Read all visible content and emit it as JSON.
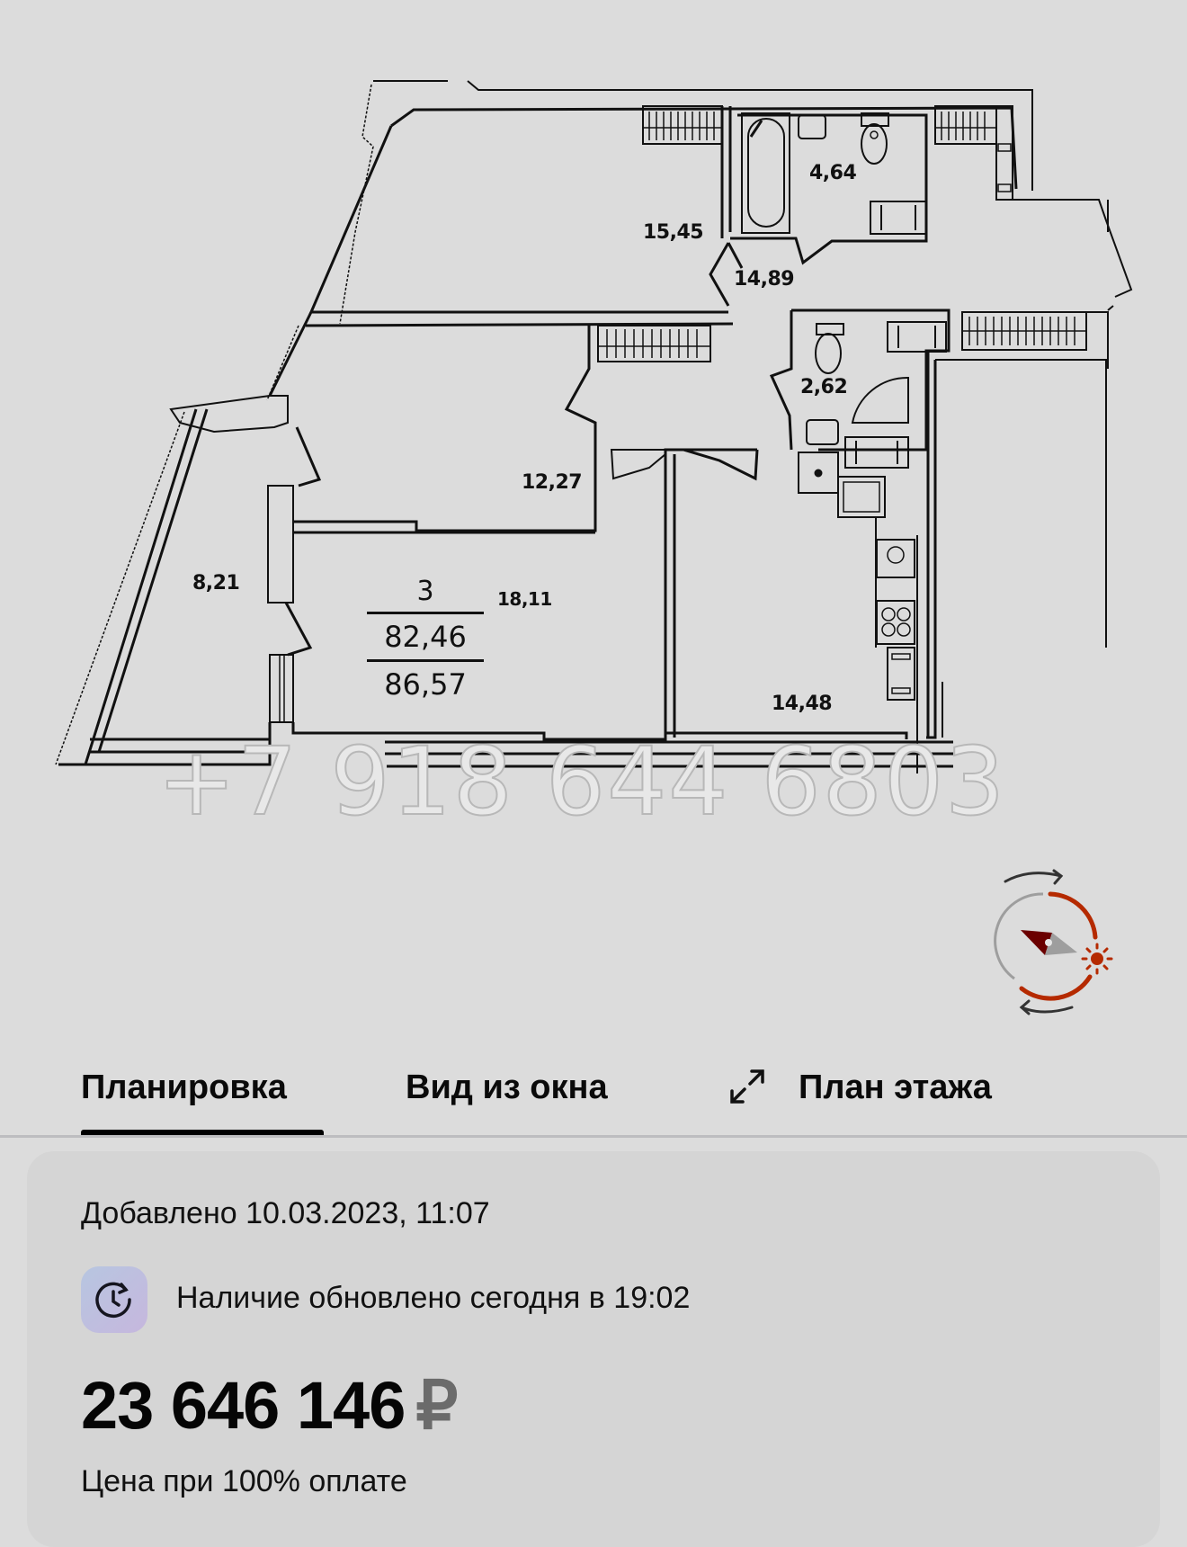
{
  "floor_plan": {
    "rooms": [
      {
        "id": "bedroom-top",
        "area": "15,45"
      },
      {
        "id": "bathroom-main",
        "area": "4,64"
      },
      {
        "id": "hallway",
        "area": "14,89"
      },
      {
        "id": "bathroom-small",
        "area": "2,62"
      },
      {
        "id": "bedroom-middle",
        "area": "12,27"
      },
      {
        "id": "loggia",
        "area": "8,21"
      },
      {
        "id": "living-room",
        "area": "18,11"
      },
      {
        "id": "kitchen",
        "area": "14,48"
      }
    ],
    "summary": {
      "rooms_count": "3",
      "living_area": "82,46",
      "total_area": "86,57"
    },
    "watermark": "+7 918 644 6803",
    "compass_icon": "compass-sun-rotation-icon"
  },
  "tabs": [
    {
      "label": "Планировка",
      "active": true
    },
    {
      "label": "Вид из окна",
      "active": false
    },
    {
      "label": "План этажа",
      "active": false,
      "icon": "expand-arrows-icon"
    }
  ],
  "card": {
    "added": "Добавлено 10.03.2023, 11:07",
    "availability": "Наличие обновлено сегодня в 19:02",
    "availability_icon": "clock-refresh-icon",
    "price": "23 646 146",
    "currency": "₽",
    "price_note": "Цена при 100% оплате"
  },
  "colors": {
    "background": "#dcdcdc",
    "card": "#d5d5d5",
    "compass_accent": "#b52a00",
    "compass_needle": "#6b0000"
  }
}
